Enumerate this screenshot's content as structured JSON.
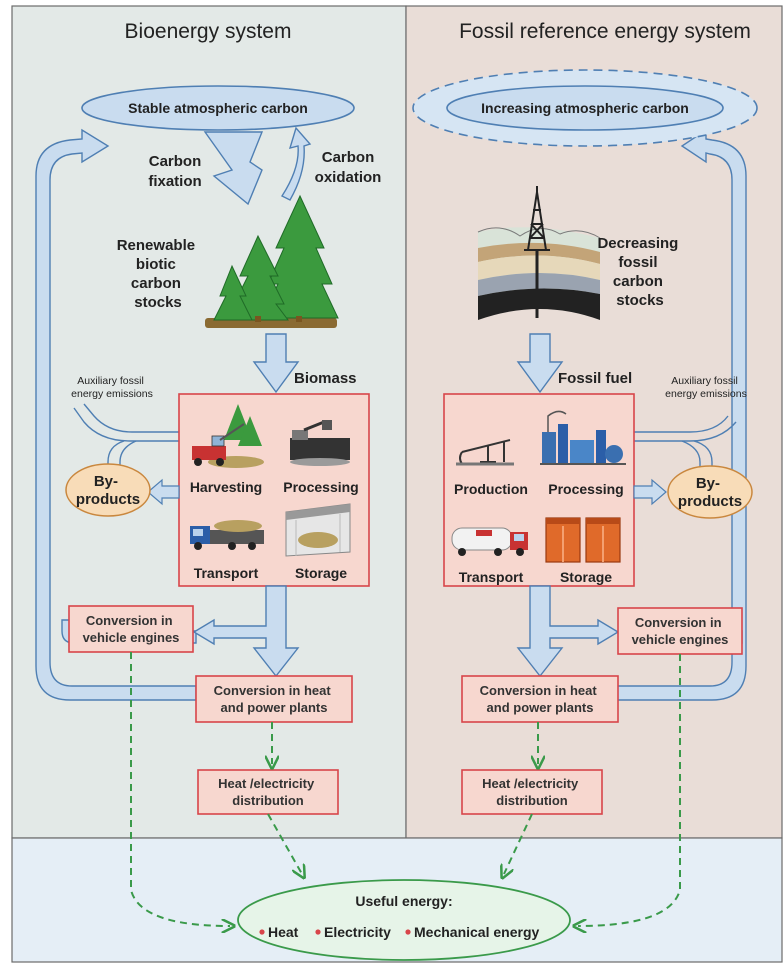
{
  "left_panel": {
    "title": "Bioenergy system",
    "atmosphere": "Stable atmospheric carbon",
    "carbon_fixation": [
      "Carbon",
      "fixation"
    ],
    "carbon_oxidation": [
      "Carbon",
      "oxidation"
    ],
    "carbon_stocks": [
      "Renewable",
      "biotic",
      "carbon",
      "stocks"
    ],
    "fuel_label": "Biomass",
    "aux_emissions": [
      "Auxiliary fossil",
      "energy emissions"
    ],
    "byproducts": [
      "By-",
      "products"
    ],
    "activities": [
      "Harvesting",
      "Processing",
      "Transport",
      "Storage"
    ],
    "vehicle_conversion": [
      "Conversion in",
      "vehicle engines"
    ],
    "plant_conversion": [
      "Conversion in heat",
      "and power plants"
    ],
    "distribution": [
      "Heat /electricity",
      "distribution"
    ]
  },
  "right_panel": {
    "title": "Fossil reference energy system",
    "atmosphere": "Increasing atmospheric carbon",
    "carbon_stocks": [
      "Decreasing",
      "fossil",
      "carbon",
      "stocks"
    ],
    "fuel_label": "Fossil fuel",
    "aux_emissions": [
      "Auxiliary fossil",
      "energy emissions"
    ],
    "byproducts": [
      "By-",
      "products"
    ],
    "activities": [
      "Production",
      "Processing",
      "Transport",
      "Storage"
    ],
    "vehicle_conversion": [
      "Conversion in",
      "vehicle engines"
    ],
    "plant_conversion": [
      "Conversion in heat",
      "and power plants"
    ],
    "distribution": [
      "Heat /electricity",
      "distribution"
    ]
  },
  "useful_energy": {
    "title": "Useful energy:",
    "items": [
      "Heat",
      "Electricity",
      "Mechanical energy"
    ]
  },
  "colors": {
    "left_bg": "#e3e9e7",
    "right_bg": "#e9ddd7",
    "bottom_bg": "#e5eef6",
    "arrow_fill": "#c9dcef",
    "arrow_stroke": "#4f7fb3",
    "box_fill": "#f7d7cf",
    "box_stroke": "#d8454a",
    "byproduct_fill": "#f8dcb8",
    "dashed_green": "#3a9a4a",
    "tree_green": "#3b9a3e"
  }
}
